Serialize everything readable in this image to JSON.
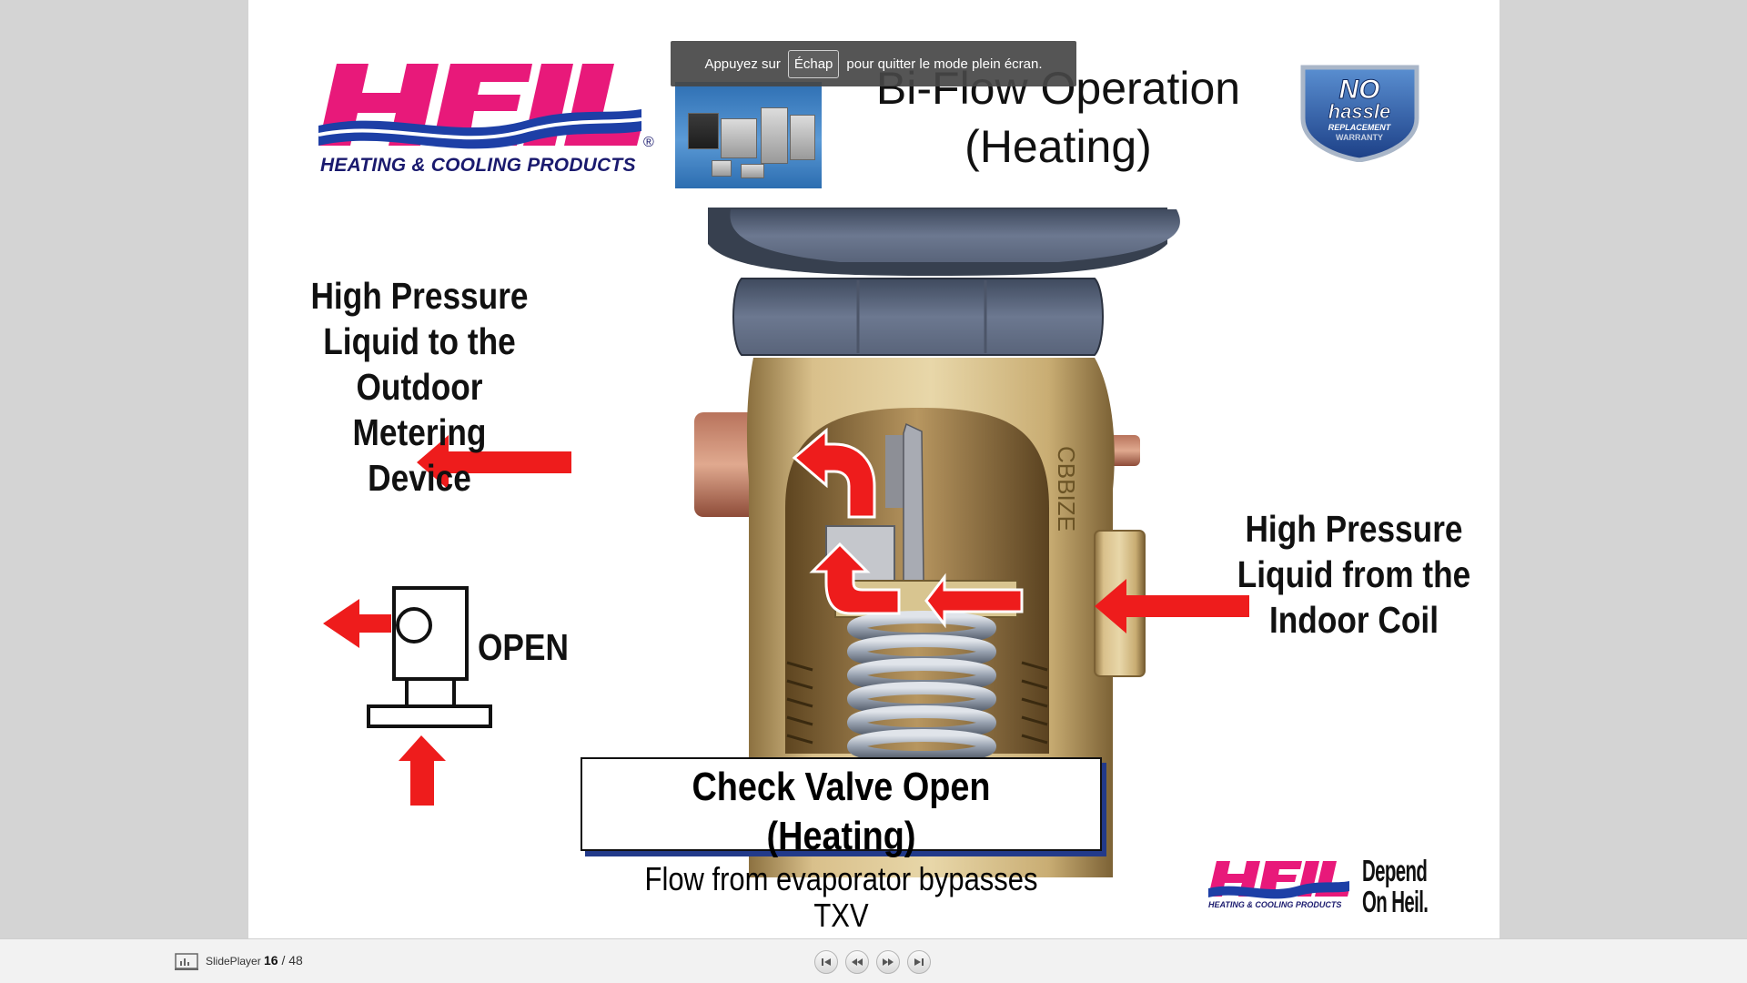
{
  "toast": {
    "press": "Appuyez sur",
    "key": "Échap",
    "quit": "pour quitter le mode plein écran."
  },
  "slide": {
    "logo_subtitle": "HEATING & COOLING PRODUCTS",
    "logo_reg": "®",
    "title_line1": "Bi-Flow Operation",
    "title_line2": "(Heating)",
    "badge_no": "NO",
    "badge_hassle": "hassle",
    "badge_replacement": "REPLACEMENT",
    "badge_warranty": "WARRANTY",
    "left_label": [
      "High Pressure",
      "Liquid to the",
      "Outdoor Metering",
      "Device"
    ],
    "right_label": [
      "High Pressure",
      "Liquid from the",
      "Indoor Coil"
    ],
    "open_label": "OPEN",
    "valve_stamp": "CBBIZE",
    "caption_title": "Check Valve Open (Heating)",
    "caption_sub": "Flow from evaporator bypasses TXV",
    "small_logo_sub": "HEATING & COOLING PRODUCTS",
    "depend_line1": "Depend",
    "depend_line2": "On Heil."
  },
  "toolbar": {
    "brand": "SlidePlayer",
    "current_page": "16",
    "separator": "/",
    "total_pages": "48"
  },
  "colors": {
    "heil_pink": "#e8197a",
    "heil_blue": "#1d3fa6",
    "arrow_red": "#ee1c1c",
    "brass": "#c9ad73"
  }
}
